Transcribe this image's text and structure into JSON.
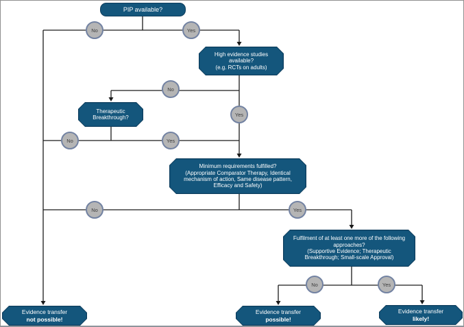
{
  "diagram": {
    "nodes": {
      "pip": {
        "lines": [
          "PIP available?"
        ]
      },
      "high_evidence": {
        "lines": [
          "High evidence studies",
          "available?",
          "(e.g. RCTs on adults)"
        ]
      },
      "therapeutic": {
        "lines": [
          "Therapeutic",
          "Breakthrough?"
        ]
      },
      "minimum": {
        "lines": [
          "Minimum requirements fulfilled?",
          "(Appropriate Comparator Therapy, Identical",
          "mechanism of action, Same disease pattern,",
          "Efficacy and Safety)"
        ]
      },
      "fulfilment": {
        "lines": [
          "Fulfilment of at least one more of the following",
          "approaches?",
          "(Supportive Evidence; Therapeutic",
          "Breakthrough; Small-scale Approval)"
        ]
      },
      "not_possible": {
        "line1": "Evidence transfer",
        "line2": "not possible!"
      },
      "possible": {
        "line1": "Evidence transfer",
        "line2": "possible!"
      },
      "likely": {
        "line1": "Evidence transfer",
        "line2": "likely!"
      }
    },
    "labels": {
      "no": "No",
      "yes": "Yes"
    },
    "colors": {
      "node_fill": "#14567C",
      "node_border": "#0C3C5C",
      "node_text": "#FFFFFF",
      "circle_fill": "#B5B5B5",
      "circle_border": "#7282A2",
      "circle_text": "#3C3C3C",
      "connector": "#000000"
    }
  }
}
